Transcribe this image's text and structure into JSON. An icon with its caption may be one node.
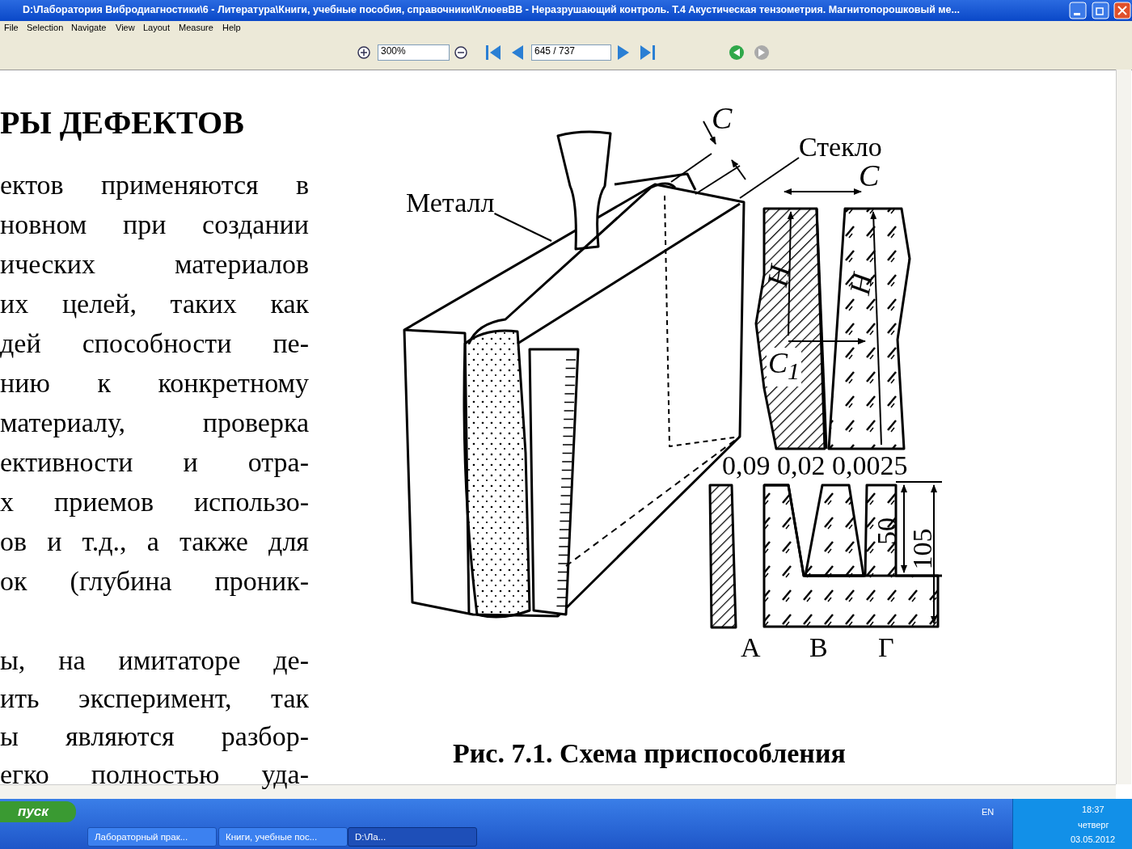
{
  "diagram": {
    "nodes": [
      {
        "text": [
          "Металл"
        ]
      },
      {
        "text": [
          "Стекло"
        ]
      }
    ],
    "edges": [
      {
        "from": 0,
        "to": null,
        "arrow": "none"
      },
      {
        "from": 1,
        "to": null,
        "arrow": "none"
      }
    ],
    "labels": [
      "D:\\Лаборатория Вибродиагностики\\6 - Литература\\Книги, учебные пособия, справочники\\КлюевВВ - Неразрушающий контроль. Т.4 Акустическая тензометрия. Магнитопорошковый ме...",
      "File",
      "Selection",
      "Navigate",
      "View",
      "Layout",
      "Measure",
      "Help",
      "300%",
      "645 / 737",
      "РЫ ДЕФЕКТОВ",
      "ектов применяются в",
      "новном при создании",
      "ических материалов",
      "их целей, таких как",
      "дей способности пе-",
      "нию к конкретному",
      "материалу, проверка",
      "ективности и отра-",
      "х приемов использо-",
      "ов и т.д., а также для",
      "ок (глубина проник-",
      "ы, на имитаторе де-",
      "ить эксперимент, так",
      "ы являются разбор-",
      "егко полностью уда-",
      "C",
      "C",
      "H",
      "C$_{1}$",
      "H",
      "0,09 0,02 0,0025",
      "50",
      "105",
      "А",
      "В",
      "Г",
      "Рис. 7.1. Схема приспособления",
      "пуск",
      "Лабораторный прак...",
      "Книги, учебные пос...",
      "D:\\Ла...",
      "EN",
      "18:37",
      "четверг",
      "03.05.2012"
    ]
  }
}
